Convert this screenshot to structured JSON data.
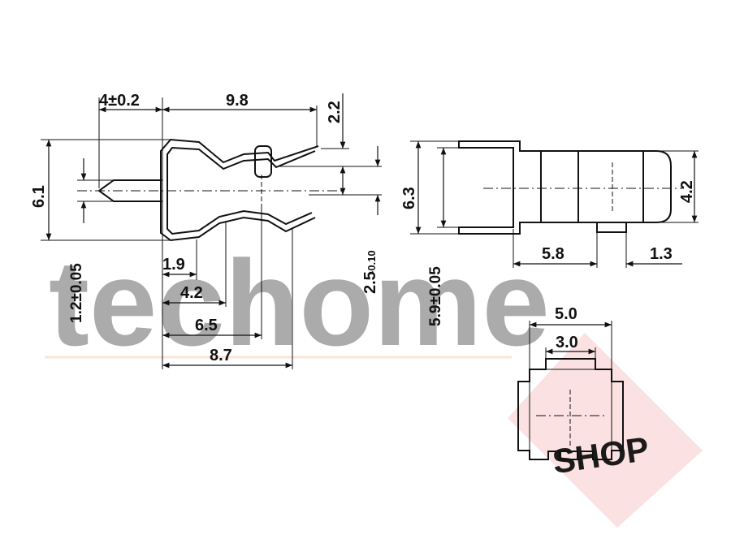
{
  "watermark": {
    "brand": "techome",
    "shop": "SHOP",
    "color_brand": "#f5b59a",
    "color_diamond": "#f7c9c9"
  },
  "side_view": {
    "dims": {
      "top_left": "4±0.2",
      "top_mid": "9.8",
      "top_right": "2.2",
      "left_height": "6.1",
      "left_lower": "1.2±0.05",
      "d1": "1.9",
      "d2": "4.2",
      "d3": "6.5",
      "d4": "8.7",
      "right_gap": "2.5",
      "right_gap_tol": "-0.10"
    }
  },
  "top_view": {
    "dims": {
      "left_height": "6.3",
      "left_lower": "5.9±0.05",
      "bottom_mid": "5.8",
      "bottom_right": "1.3",
      "right_height": "4.2"
    }
  },
  "end_view": {
    "dims": {
      "outer_width": "5.0",
      "inner_width": "3.0"
    }
  },
  "colors": {
    "line": "#111111"
  }
}
